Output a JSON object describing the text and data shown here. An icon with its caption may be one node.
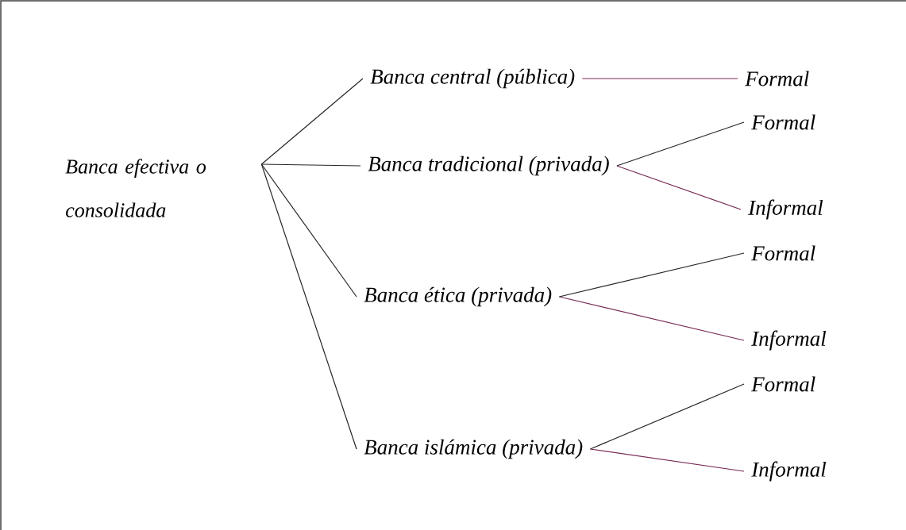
{
  "diagram": {
    "nodes": [
      {
        "text": [
          "Banca efectiva o consolidada"
        ]
      },
      {
        "text": [
          "Banca central (pública)"
        ]
      },
      {
        "text": [
          "Banca tradicional (privada)"
        ]
      },
      {
        "text": [
          "Banca ética (privada)"
        ]
      },
      {
        "text": [
          "Banca islámica (privada)"
        ]
      },
      {
        "text": [
          "Formal"
        ]
      },
      {
        "text": [
          "Formal"
        ]
      },
      {
        "text": [
          "Informal"
        ]
      },
      {
        "text": [
          "Formal"
        ]
      },
      {
        "text": [
          "Informal"
        ]
      },
      {
        "text": [
          "Formal"
        ]
      },
      {
        "text": [
          "Informal"
        ]
      }
    ],
    "edges": [
      {
        "from": 0,
        "to": 1,
        "arrow": "none"
      },
      {
        "from": 0,
        "to": 2,
        "arrow": "none"
      },
      {
        "from": 0,
        "to": 3,
        "arrow": "none"
      },
      {
        "from": 0,
        "to": 4,
        "arrow": "none"
      },
      {
        "from": 1,
        "to": 5,
        "arrow": "none",
        "color": "#772953"
      },
      {
        "from": 2,
        "to": 6,
        "arrow": "none"
      },
      {
        "from": 2,
        "to": 7,
        "arrow": "none",
        "color": "#772953"
      },
      {
        "from": 3,
        "to": 8,
        "arrow": "none"
      },
      {
        "from": 3,
        "to": 9,
        "arrow": "none",
        "color": "#772953"
      },
      {
        "from": 4,
        "to": 10,
        "arrow": "none"
      },
      {
        "from": 4,
        "to": 11,
        "arrow": "none",
        "color": "#772953"
      }
    ]
  }
}
